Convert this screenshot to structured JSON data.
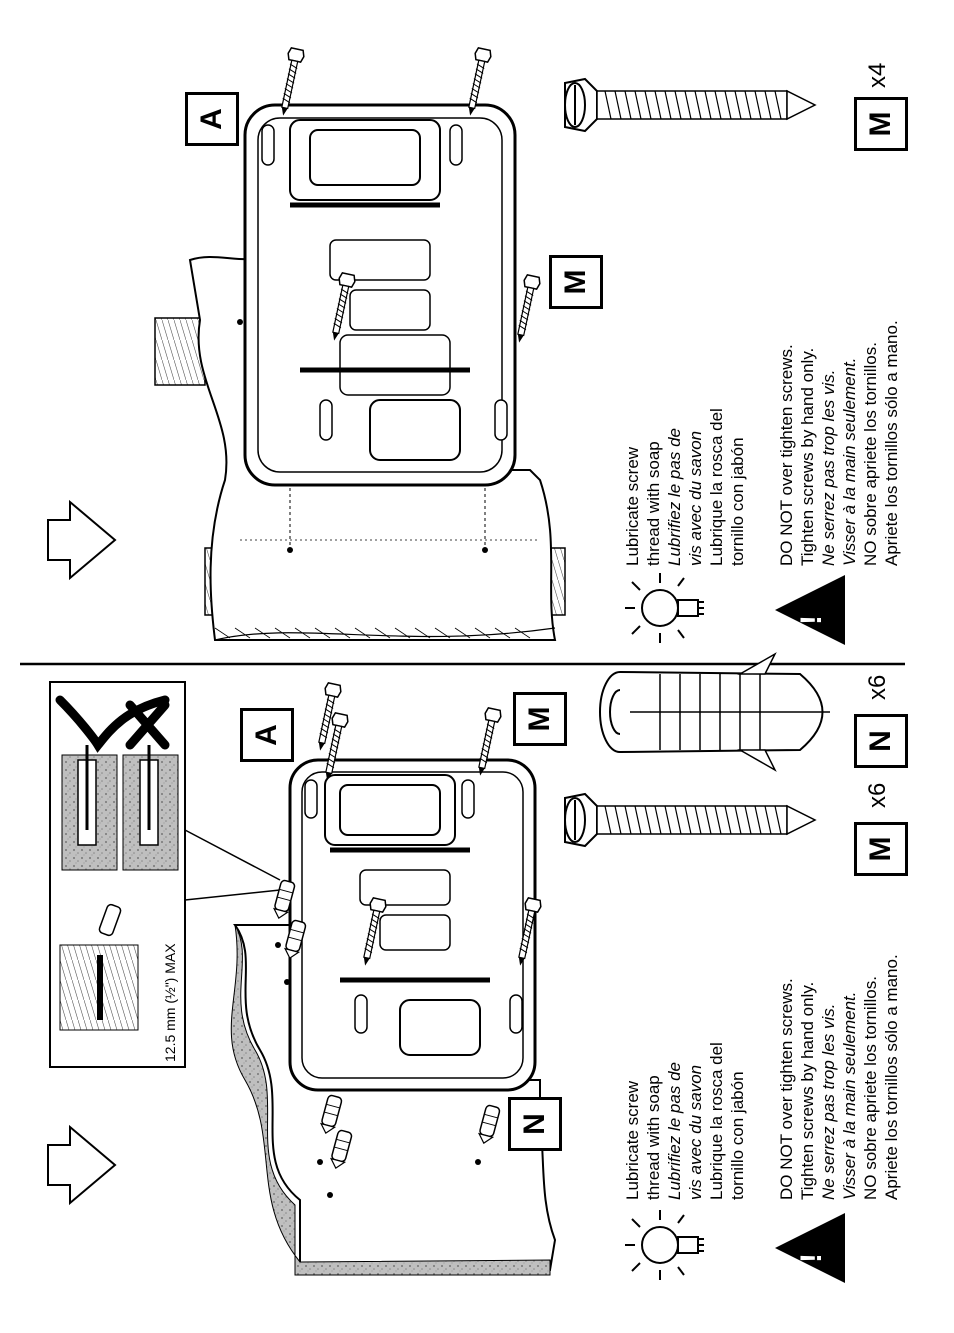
{
  "labels": {
    "a": "A",
    "m": "M",
    "n": "N"
  },
  "quantities": {
    "top_m": "x4",
    "bottom_m": "x6",
    "bottom_n": "x6"
  },
  "measure": "12.5 mm (½\") MAX",
  "lubricate": [
    {
      "text": "Lubricate screw",
      "italic": false
    },
    {
      "text": "thread with soap",
      "italic": false
    },
    {
      "text": "Lubrifiez le pas de",
      "italic": true
    },
    {
      "text": "vis avec du savon",
      "italic": true
    },
    {
      "text": "Lubrique la rosca del",
      "italic": false
    },
    {
      "text": "tornillo con jabón",
      "italic": false
    }
  ],
  "warning": [
    {
      "text": "DO NOT over tighten screws.",
      "italic": false
    },
    {
      "text": "Tighten screws by hand only.",
      "italic": false
    },
    {
      "text": "Ne serrez pas trop les vis.",
      "italic": true
    },
    {
      "text": "Visser à la main seulement.",
      "italic": true
    },
    {
      "text": "NO sobre apriete los tornillos.",
      "italic": false
    },
    {
      "text": "Apriete los tornillos sólo a mano.",
      "italic": false
    }
  ],
  "warning_glyph": "!",
  "icons": [
    "arrow-icon",
    "lightbulb-icon",
    "warning-triangle-icon",
    "screw-icon",
    "wall-anchor-icon",
    "check-icon",
    "cross-icon"
  ]
}
